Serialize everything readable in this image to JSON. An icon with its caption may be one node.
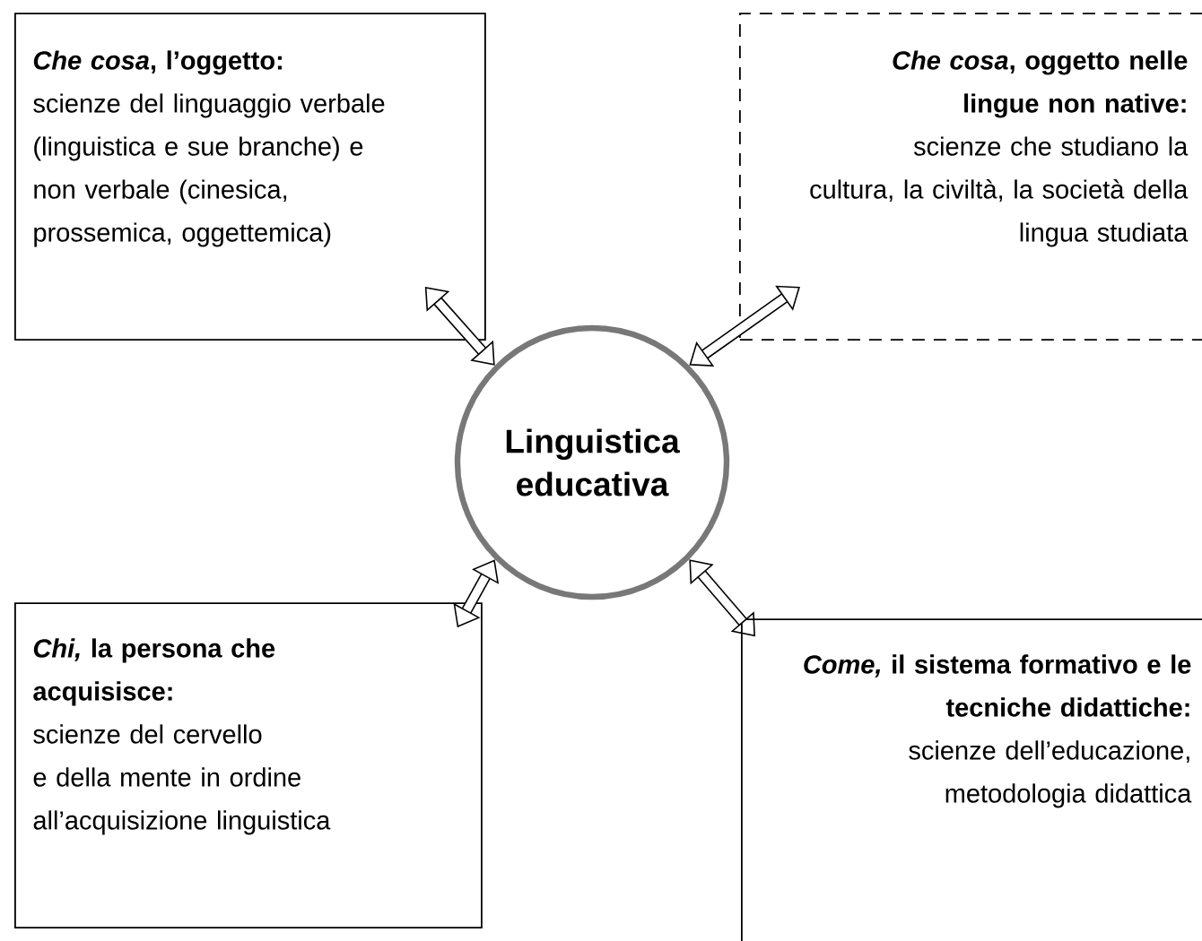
{
  "diagram": {
    "nodes": [
      {
        "text": [
          "*Che cosa*, l’oggetto:",
          "scienze del linguaggio verbale (linguistica e sue branche) e non verbale (cinesica, prossemica, oggettemica)"
        ]
      },
      {
        "text": [
          "*Che cosa*, oggetto nelle lingue non native:",
          "scienze che studiano la cultura, la civiltà, la società della lingua studiata"
        ]
      },
      {
        "text": [
          "Linguistica educativa"
        ]
      },
      {
        "text": [
          "*Chi,* la persona che acquisisce:",
          "scienze del cervello e della mente in ordine all’acquisizione linguistica"
        ]
      },
      {
        "text": [
          "*Come,* il sistema formativo e le tecniche didattiche:",
          "scienze dell’educazione, metodologia didattica"
        ]
      }
    ],
    "edges": [
      {
        "from": 2,
        "to": 0,
        "arrow": "both"
      },
      {
        "from": 2,
        "to": 1,
        "arrow": "both"
      },
      {
        "from": 2,
        "to": 3,
        "arrow": "both"
      },
      {
        "from": 2,
        "to": 4,
        "arrow": "both"
      }
    ]
  }
}
